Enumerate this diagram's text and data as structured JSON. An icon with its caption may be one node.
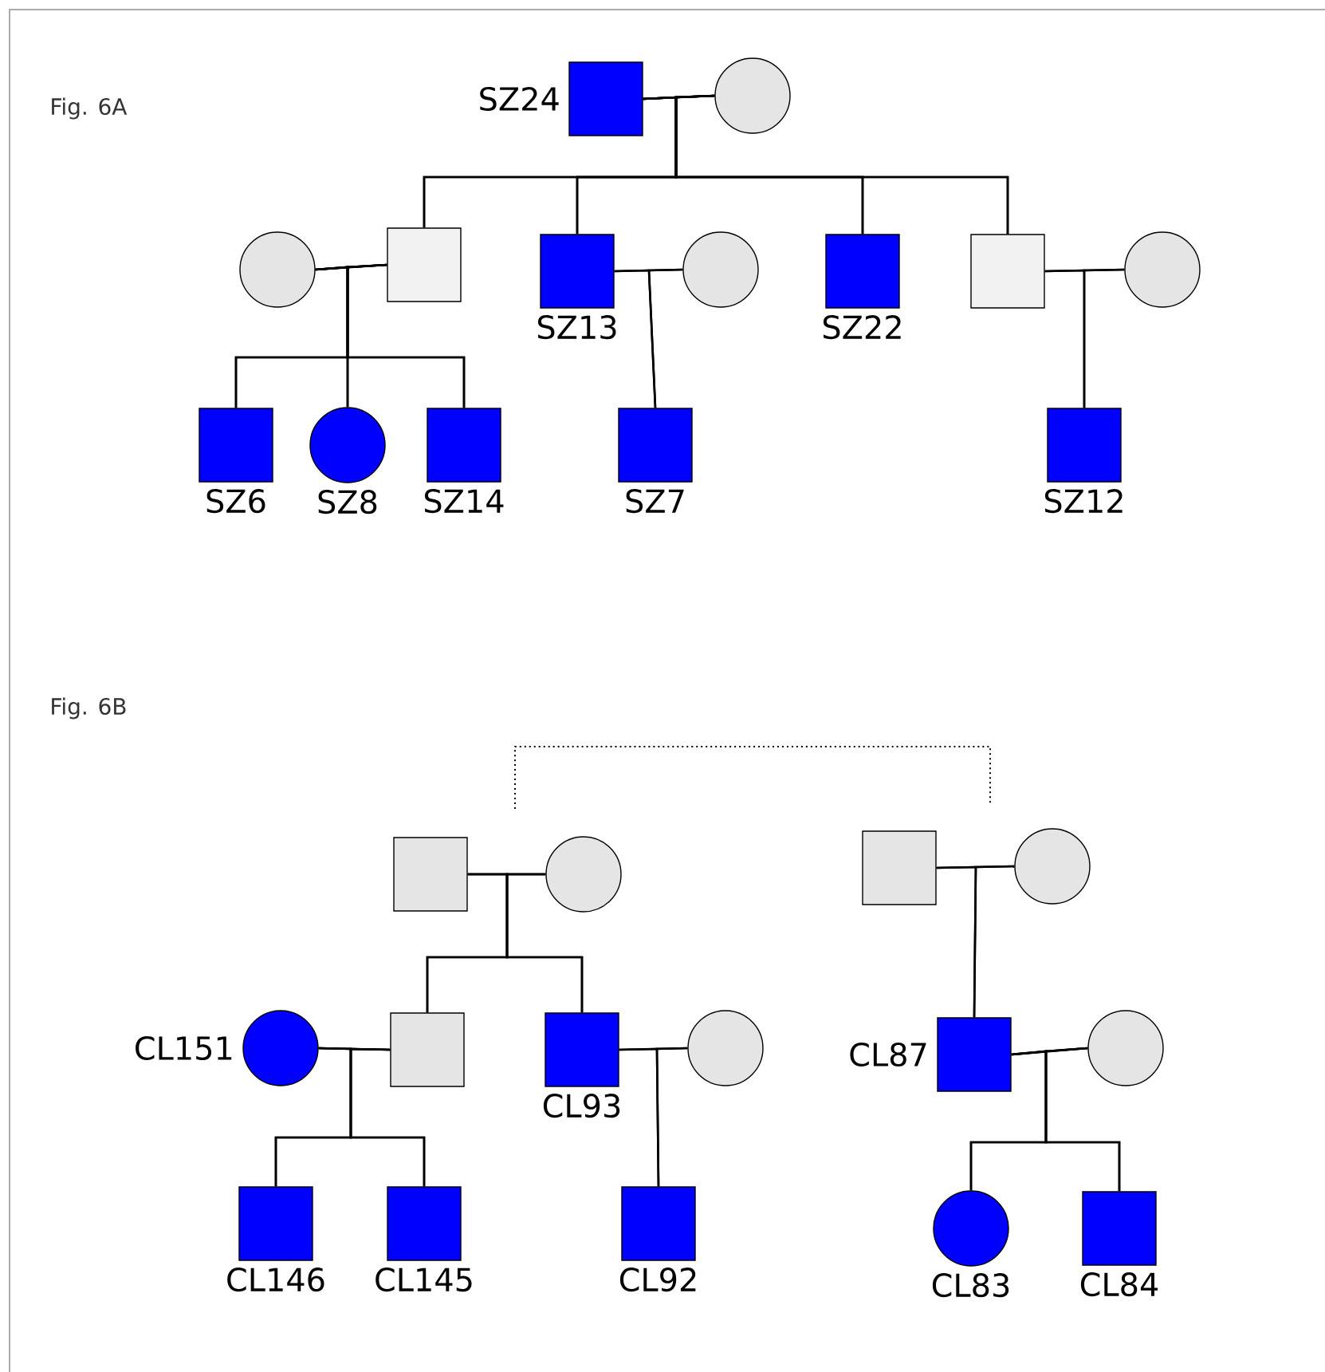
{
  "diagram": {
    "nodes": [
      {
        "text": [],
        "shape": "box",
        "beside": [
          "SZ24"
        ]
      },
      {
        "text": [],
        "shape": "circle"
      },
      {
        "text": [],
        "shape": "circle"
      },
      {
        "text": [],
        "shape": "box"
      },
      {
        "text": [],
        "shape": "box",
        "beside": [
          "SZ13"
        ]
      },
      {
        "text": [],
        "shape": "circle"
      },
      {
        "text": [],
        "shape": "box",
        "beside": [
          "SZ22"
        ]
      },
      {
        "text": [],
        "shape": "box"
      },
      {
        "text": [],
        "shape": "circle"
      },
      {
        "text": [],
        "shape": "box",
        "beside": [
          "SZ6"
        ]
      },
      {
        "text": [],
        "shape": "circle",
        "beside": [
          "SZ8"
        ]
      },
      {
        "text": [],
        "shape": "box",
        "beside": [
          "SZ14"
        ]
      },
      {
        "text": [],
        "shape": "box",
        "beside": [
          "SZ7"
        ]
      },
      {
        "text": [],
        "shape": "box",
        "beside": [
          "SZ12"
        ]
      },
      {
        "text": [],
        "shape": "box"
      },
      {
        "text": [],
        "shape": "circle"
      },
      {
        "text": [],
        "shape": "circle",
        "beside": [
          "CL151"
        ]
      },
      {
        "text": [],
        "shape": "box"
      },
      {
        "text": [],
        "shape": "box",
        "beside": [
          "CL93"
        ]
      },
      {
        "text": [],
        "shape": "circle"
      },
      {
        "text": [],
        "shape": "box"
      },
      {
        "text": [],
        "shape": "circle"
      },
      {
        "text": [],
        "shape": "box",
        "beside": [
          "CL87"
        ]
      },
      {
        "text": [],
        "shape": "circle"
      },
      {
        "text": [],
        "shape": "box",
        "beside": [
          "CL146"
        ]
      },
      {
        "text": [],
        "shape": "box",
        "beside": [
          "CL145"
        ]
      },
      {
        "text": [],
        "shape": "box",
        "beside": [
          "CL92"
        ]
      },
      {
        "text": [],
        "shape": "circle",
        "beside": [
          "CL83"
        ]
      },
      {
        "text": [],
        "shape": "box",
        "beside": [
          "CL84"
        ]
      }
    ],
    "edges": [
      {
        "from": 0,
        "to": 1,
        "arrow": "none"
      },
      {
        "from": 0,
        "to": 3,
        "arrow": "none"
      },
      {
        "from": 1,
        "to": 3,
        "arrow": "none"
      },
      {
        "from": 0,
        "to": 4,
        "arrow": "none"
      },
      {
        "from": 1,
        "to": 4,
        "arrow": "none"
      },
      {
        "from": 0,
        "to": 6,
        "arrow": "none"
      },
      {
        "from": 1,
        "to": 6,
        "arrow": "none"
      },
      {
        "from": 0,
        "to": 7,
        "arrow": "none"
      },
      {
        "from": 1,
        "to": 7,
        "arrow": "none"
      },
      {
        "from": 2,
        "to": 3,
        "arrow": "none"
      },
      {
        "from": 2,
        "to": 9,
        "arrow": "none"
      },
      {
        "from": 3,
        "to": 9,
        "arrow": "none"
      },
      {
        "from": 2,
        "to": 10,
        "arrow": "none"
      },
      {
        "from": 3,
        "to": 10,
        "arrow": "none"
      },
      {
        "from": 2,
        "to": 11,
        "arrow": "none"
      },
      {
        "from": 3,
        "to": 11,
        "arrow": "none"
      },
      {
        "from": 4,
        "to": 5,
        "arrow": "none"
      },
      {
        "from": 4,
        "to": 12,
        "arrow": "none"
      },
      {
        "from": 5,
        "to": 12,
        "arrow": "none"
      },
      {
        "from": 7,
        "to": 8,
        "arrow": "none"
      },
      {
        "from": 7,
        "to": 13,
        "arrow": "none"
      },
      {
        "from": 8,
        "to": 13,
        "arrow": "none"
      },
      {
        "from": 14,
        "to": 15,
        "arrow": "none"
      },
      {
        "from": 14,
        "to": 17,
        "arrow": "none"
      },
      {
        "from": 15,
        "to": 17,
        "arrow": "none"
      },
      {
        "from": 14,
        "to": 18,
        "arrow": "none"
      },
      {
        "from": 15,
        "to": 18,
        "arrow": "none"
      },
      {
        "from": 16,
        "to": 17,
        "arrow": "none"
      },
      {
        "from": 16,
        "to": 24,
        "arrow": "none"
      },
      {
        "from": 17,
        "to": 24,
        "arrow": "none"
      },
      {
        "from": 16,
        "to": 25,
        "arrow": "none"
      },
      {
        "from": 17,
        "to": 25,
        "arrow": "none"
      },
      {
        "from": 18,
        "to": 19,
        "arrow": "none"
      },
      {
        "from": 18,
        "to": 26,
        "arrow": "none"
      },
      {
        "from": 19,
        "to": 26,
        "arrow": "none"
      },
      {
        "from": 20,
        "to": 21,
        "arrow": "none"
      },
      {
        "from": 20,
        "to": 22,
        "arrow": "none"
      },
      {
        "from": 21,
        "to": 22,
        "arrow": "none"
      },
      {
        "from": 22,
        "to": 23,
        "arrow": "none"
      },
      {
        "from": 22,
        "to": 27,
        "arrow": "none"
      },
      {
        "from": 23,
        "to": 27,
        "arrow": "none"
      },
      {
        "from": 22,
        "to": 28,
        "arrow": "none"
      },
      {
        "from": 23,
        "to": 28,
        "arrow": "none"
      }
    ],
    "labels": [
      "Fig. 6A",
      "Fig. 6B"
    ]
  }
}
